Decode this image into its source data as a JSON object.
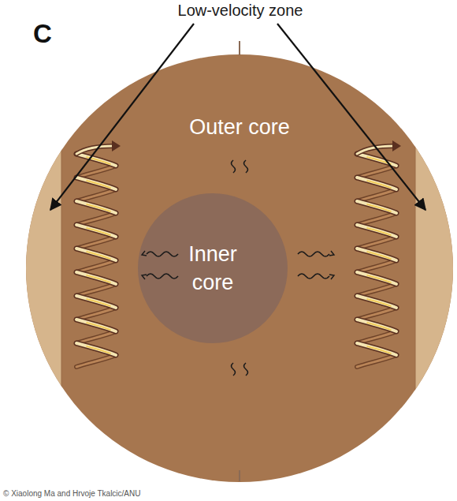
{
  "diagram": {
    "nodes": [
      {
        "text": [
          "Outer core"
        ]
      },
      {
        "text": [
          "Inner core"
        ],
        "in": 0
      }
    ],
    "labels": [
      "Low-velocity zone",
      "C",
      "© Xiaolong Ma and Hrvoje Tkalcic/ANU"
    ]
  }
}
